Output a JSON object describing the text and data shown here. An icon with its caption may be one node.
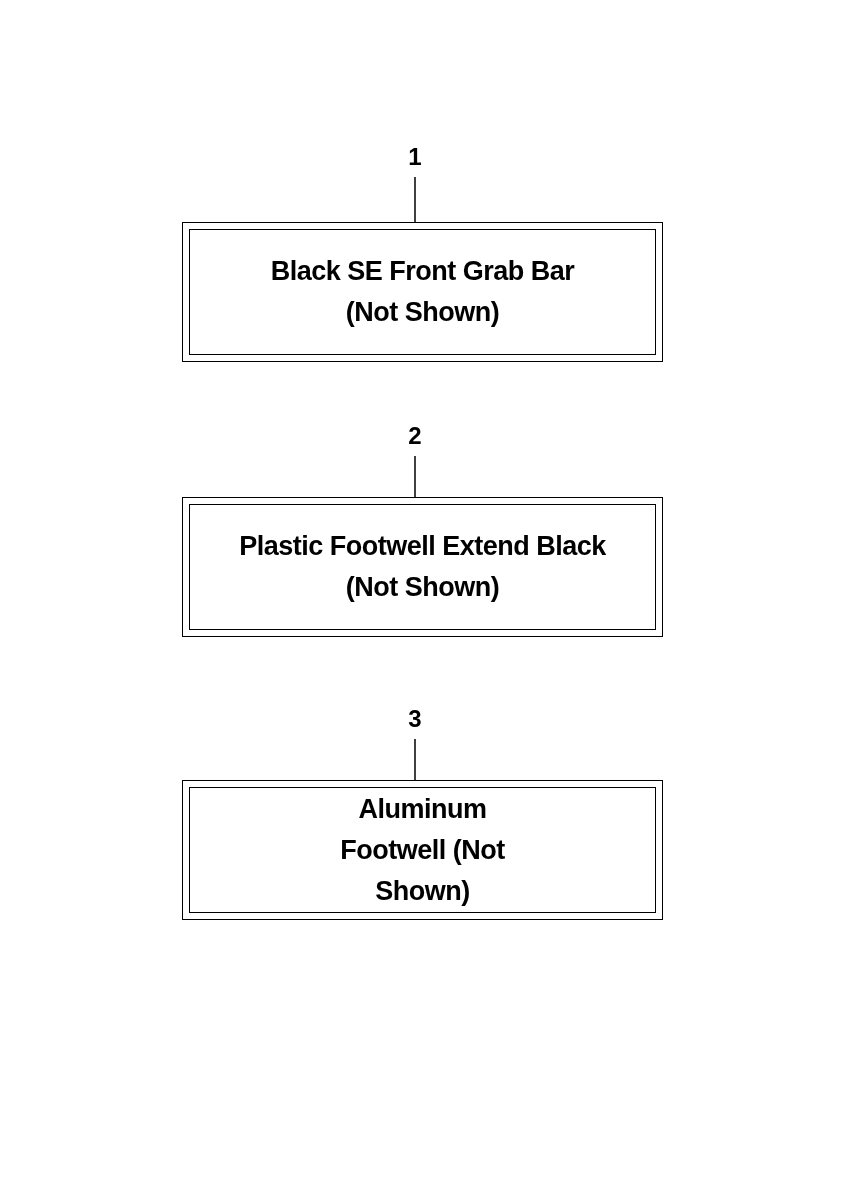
{
  "diagram": {
    "nodes": [
      {
        "text": [
          "1"
        ]
      },
      {
        "text": [
          "Black SE Front Grab Bar (Not Shown)"
        ]
      },
      {
        "text": [
          "2"
        ]
      },
      {
        "text": [
          "Plastic Footwell Extend Black (Not Shown)"
        ]
      },
      {
        "text": [
          "3"
        ]
      },
      {
        "text": [
          "Aluminum Footwell (Not Shown)"
        ]
      }
    ],
    "edges": [
      {
        "from": 0,
        "to": 1,
        "arrow": "none"
      },
      {
        "from": 2,
        "to": 3,
        "arrow": "none"
      },
      {
        "from": 4,
        "to": 5,
        "arrow": "none"
      }
    ]
  }
}
